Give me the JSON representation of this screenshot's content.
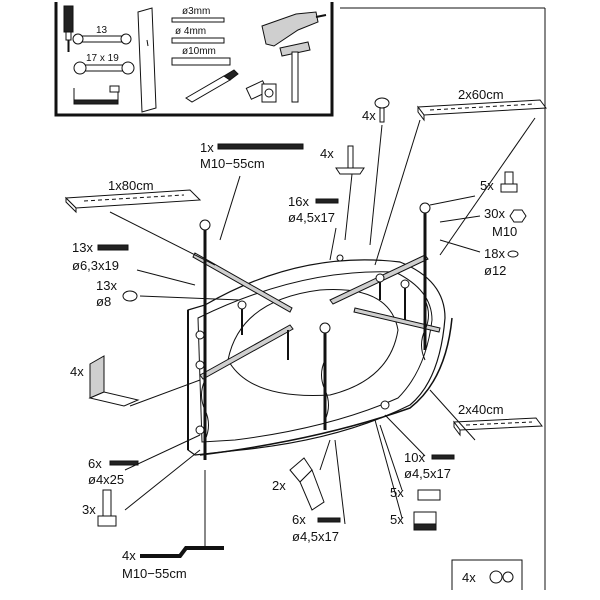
{
  "tools": {
    "wrench_small": "13",
    "wrench_large": "17 x 19",
    "drill_3": "ø3mm",
    "drill_4": "ø 4mm",
    "drill_10": "ø10mm"
  },
  "parts": {
    "profile_80": "1x80cm",
    "profile_60": "2x60cm",
    "profile_40": "2x40cm",
    "rod_1x_qty": "1x",
    "rod_1x_size": "M10−55cm",
    "rod_4x_qty": "4x",
    "rod_4x_size": "M10−55cm",
    "plate_feet_qty": "4x",
    "knob_qty": "4x",
    "screw_16_qty": "16x",
    "screw_16_size": "ø4,5x17",
    "leg_5_qty": "5x",
    "nut_30_qty": "30x",
    "nut_30_size": "M10",
    "washer_18_qty": "18x",
    "washer_18_size": "ø12",
    "screw_13_qty": "13x",
    "screw_13_size": "ø6,3x19",
    "washer_13_qty": "13x",
    "washer_13_size": "ø8",
    "angle_qty": "4x",
    "screw_6_qty": "6x",
    "screw_6_size": "ø4x25",
    "foot_3_qty": "3x",
    "bracket_2_qty": "2x",
    "screw_6b_qty": "6x",
    "screw_6b_size": "ø4,5x17",
    "screw_10_qty": "10x",
    "screw_10_size": "ø4,5x17",
    "clip_5_qty": "5x",
    "clip_5b_qty": "5x",
    "caps_qty": "4x"
  }
}
